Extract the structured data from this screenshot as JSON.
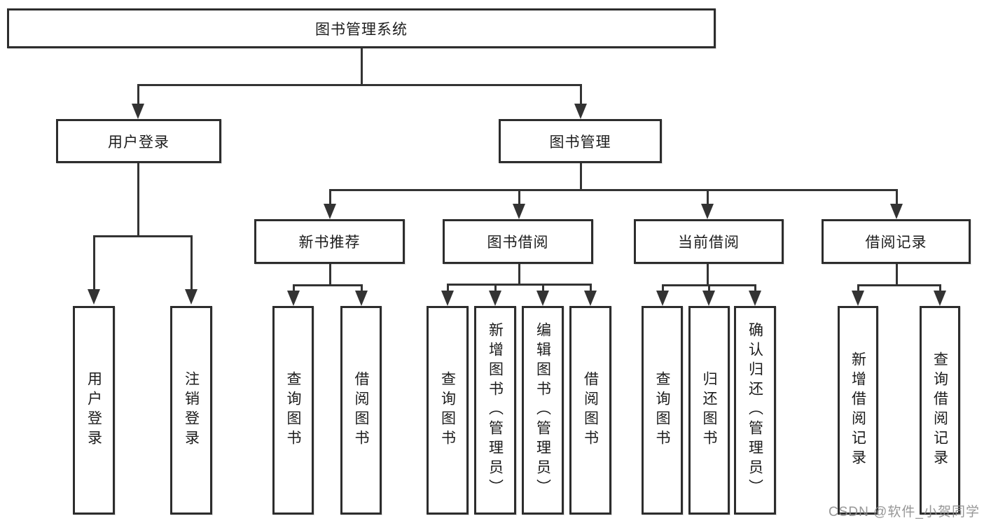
{
  "diagram": {
    "root": {
      "label": "图书管理系统"
    },
    "level2": {
      "user_login": {
        "label": "用户登录"
      },
      "book_management": {
        "label": "图书管理"
      }
    },
    "level3": {
      "new_book_recommend": {
        "label": "新书推荐"
      },
      "book_borrow": {
        "label": "图书借阅"
      },
      "current_borrow": {
        "label": "当前借阅"
      },
      "borrow_records": {
        "label": "借阅记录"
      }
    },
    "leaves": {
      "user_login": [
        "用户登录",
        "注销登录"
      ],
      "new_book_recommend": [
        "查询图书",
        "借阅图书"
      ],
      "book_borrow": [
        "查询图书",
        "新增图书（管理员）",
        "编辑图书（管理员）",
        "借阅图书"
      ],
      "current_borrow": [
        "查询图书",
        "归还图书",
        "确认归还（管理员）"
      ],
      "borrow_records": [
        "新增借阅记录",
        "查询借阅记录"
      ]
    },
    "watermark": "CSDN @软件_小贺同学",
    "colors": {
      "line": "#333333",
      "box_border": "#2d2d2d",
      "text": "#1c1c1c",
      "watermark": "#8c8c8c",
      "background": "#ffffff"
    }
  }
}
